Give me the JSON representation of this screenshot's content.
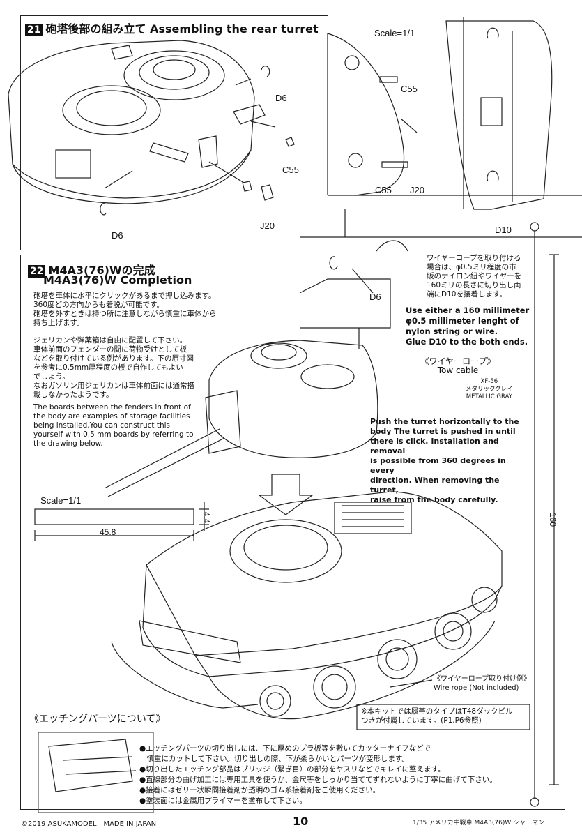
{
  "step21": {
    "number": "21",
    "title": "砲塔後部の組み立て Assembling the rear turret",
    "scale": "Scale=1/1",
    "parts": [
      "D6",
      "C55",
      "J20",
      "D6",
      "C55",
      "C55",
      "J20",
      "D10",
      "D6"
    ]
  },
  "step22": {
    "number": "22",
    "title_ja": "M4A3(76)Wの完成",
    "title_en": "M4A3(76)W Completion",
    "jp_turret": [
      "砲塔を車体に水平にクリックがあるまで押し込みます。",
      "360度どの方向からも着脱が可能です。",
      "砲塔を外すときは持つ所に注意しながら慎重に車体から",
      "持ち上げます。"
    ],
    "jp_boards": [
      "ジェリカンや弾薬箱は自由に配置して下さい。",
      "車体前面のフェンダーの間に荷物受けとして板",
      "などを取り付けている例があります。下の原寸図",
      "を参考に0.5mm厚程度の板で自作してもよい",
      "でしょう。",
      "なおガソリン用ジェリカンは車体前面には通常搭",
      "載しなかったようです。"
    ],
    "en_boards": [
      "The boards between the fenders in front of",
      "the body are examples of storage facilities",
      "being installed.You can construct this",
      "yourself with 0.5 mm boards by referring to",
      "the drawing below."
    ],
    "wire_jp": [
      "ワイヤーロープを取り付ける",
      "場合は、φ0.5ミリ程度の市",
      "販のナイロン紐やワイヤーを",
      "160ミリの長さに切り出し両",
      "端にD10を接着します。"
    ],
    "wire_en": [
      "Use either a 160 millimeter",
      "φ0.5 millimeter lenght of",
      "nylon   string or wire.",
      "Glue D10 to the both ends."
    ],
    "tow_jp": "《ワイヤーロープ》",
    "tow_en": "Tow cable",
    "paint": [
      "XF-56",
      "メタリックグレイ",
      "METALLIC GRAY"
    ],
    "push_en": [
      "Push the turret horizontally to the",
      "body The turret is pushed in until",
      "there is click. Installation and removal",
      "is possible from 360 degrees in every",
      "direction. When removing the turret,",
      "raise from the body carefully."
    ],
    "scale2": "Scale=1/1",
    "dim_len": "45.8",
    "dim_h": "4.4",
    "wire_len": "160",
    "wire_example_jp": "《ワイヤーロープ取り付け例》",
    "wire_example_en": [
      "Wire rope",
      "(Not included)"
    ],
    "track_note": [
      "※本キットでは履帯のタイプはT48ダックビル",
      "つきが付属しています。(P1,P6参照)"
    ]
  },
  "etching": {
    "title": "《エッチングパーツについて》",
    "notes": [
      "●エッチングパーツの切り出しには、下に厚めのプラ板等を敷いてカッターナイフなどで",
      "　慎重にカットして下さい。切り出しの際、下が柔らかいとパーツが変形します。",
      "●切り出したエッチング部品はブリッジ（繋ぎ目）の部分をヤスリなどでキレイに整えます。",
      "●直線部分の曲げ加工には専用工具を使うか、金尺等をしっかり当ててずれないように丁寧に曲げて下さい。",
      "●接着にはゼリー状瞬間接着剤か透明のゴム系接着剤をご使用ください。",
      "●塗装面には金属用プライマーを塗布して下さい。"
    ]
  },
  "footer": {
    "copyright": "©2019 ASUKAMODEL　MADE IN JAPAN",
    "page": "10",
    "product": "1/35 アメリカ中戦車 M4A3(76)W シャーマン"
  }
}
